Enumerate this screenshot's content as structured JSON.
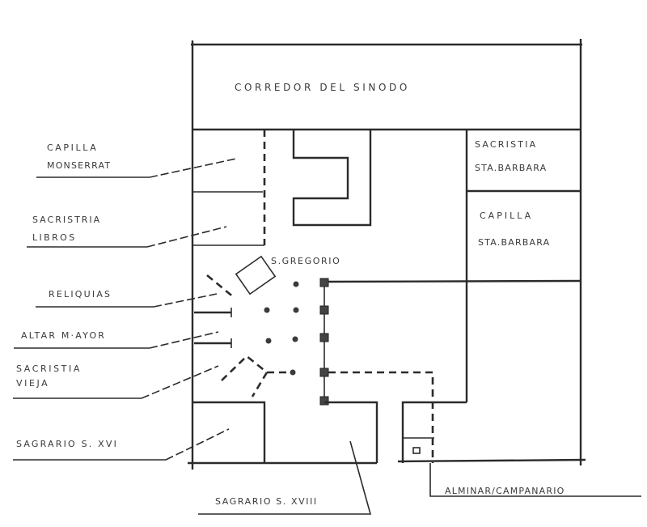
{
  "diagram": {
    "type": "architectural floor plan",
    "rooms": {
      "corredor": "CORREDOR   DEL   SINODO",
      "sacristia_sta_barbara": [
        "SACRISTIA",
        "STA.BARBARA"
      ],
      "capilla_sta_barbara": [
        "CAPILLA",
        "STA.BARBARA"
      ],
      "s_gregorio": "S.GREGORIO"
    },
    "callouts": {
      "capilla_monserrat": [
        "CAPILLA",
        "MONSERRAT"
      ],
      "sacristia_libros": [
        "SACRISTRIA",
        "LIBROS"
      ],
      "reliquias": "RELIQUIAS",
      "altar_mayor": "ALTAR M·AYOR",
      "sacristia_vieja": [
        "SACRISTIA",
        "VIEJA"
      ],
      "sagrario_xvi": "SAGRARIO S. XVI",
      "sagrario_xviii": "SAGRARIO S. XVIII",
      "alminar": "ALMINAR/CAMPANARIO"
    },
    "colors": {
      "line": "#2b2b2b",
      "text": "#3a3a3a",
      "background": "#ffffff"
    }
  }
}
